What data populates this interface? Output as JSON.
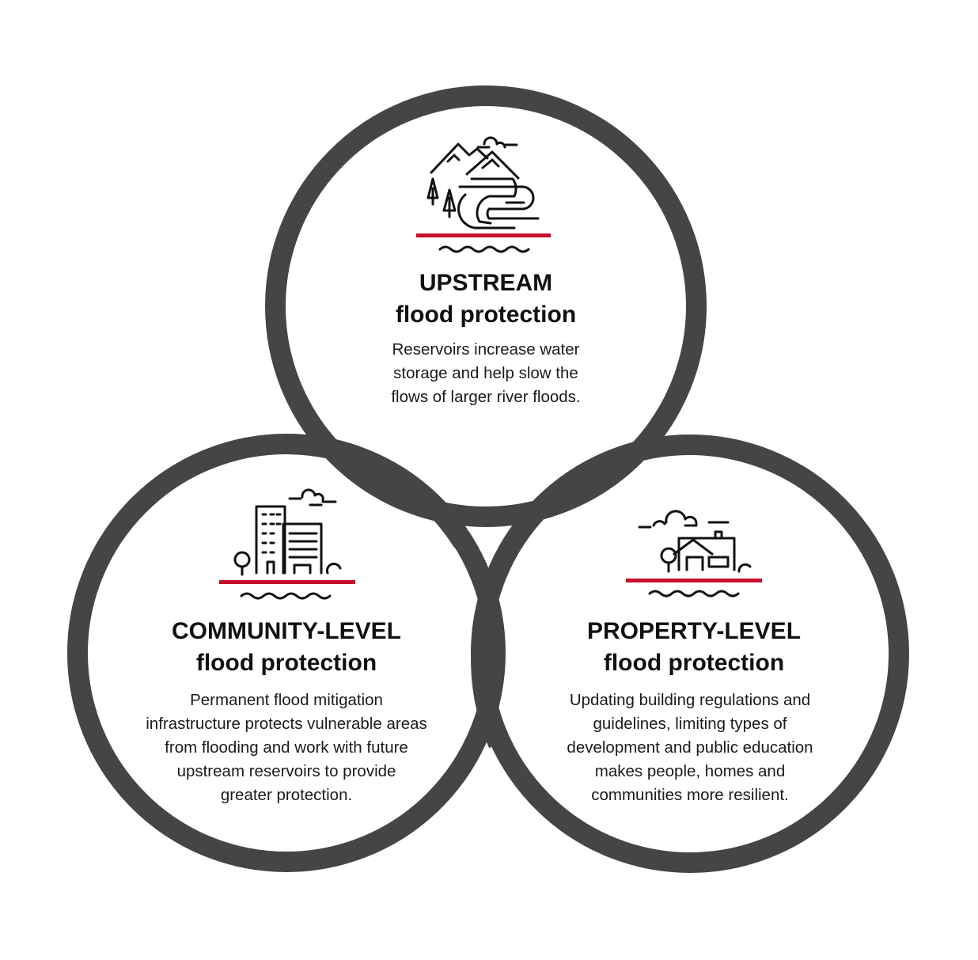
{
  "colors": {
    "ring": "#454545",
    "accent": "#c8102e",
    "icon": "#111111",
    "text": "#1a1a1a"
  },
  "circles": [
    {
      "id": "upstream",
      "icon": "mountains-river-icon",
      "title_line1": "UPSTREAM",
      "title_line2": "flood protection",
      "desc_lines": [
        "Reservoirs increase water",
        "storage and help slow the",
        "flows of larger river floods."
      ]
    },
    {
      "id": "community",
      "icon": "city-buildings-icon",
      "title_line1": "COMMUNITY-LEVEL",
      "title_line2": "flood protection",
      "desc_lines": [
        "Permanent flood mitigation",
        "infrastructure protects vulnerable areas",
        "from flooding and work with future",
        "upstream reservoirs to provide",
        "greater protection."
      ]
    },
    {
      "id": "property",
      "icon": "house-icon",
      "title_line1": "PROPERTY-LEVEL",
      "title_line2": "flood protection",
      "desc_lines": [
        "Updating building regulations and",
        "guidelines, limiting types of",
        "development and public education",
        "makes people, homes and",
        "communities more resilient."
      ]
    }
  ]
}
